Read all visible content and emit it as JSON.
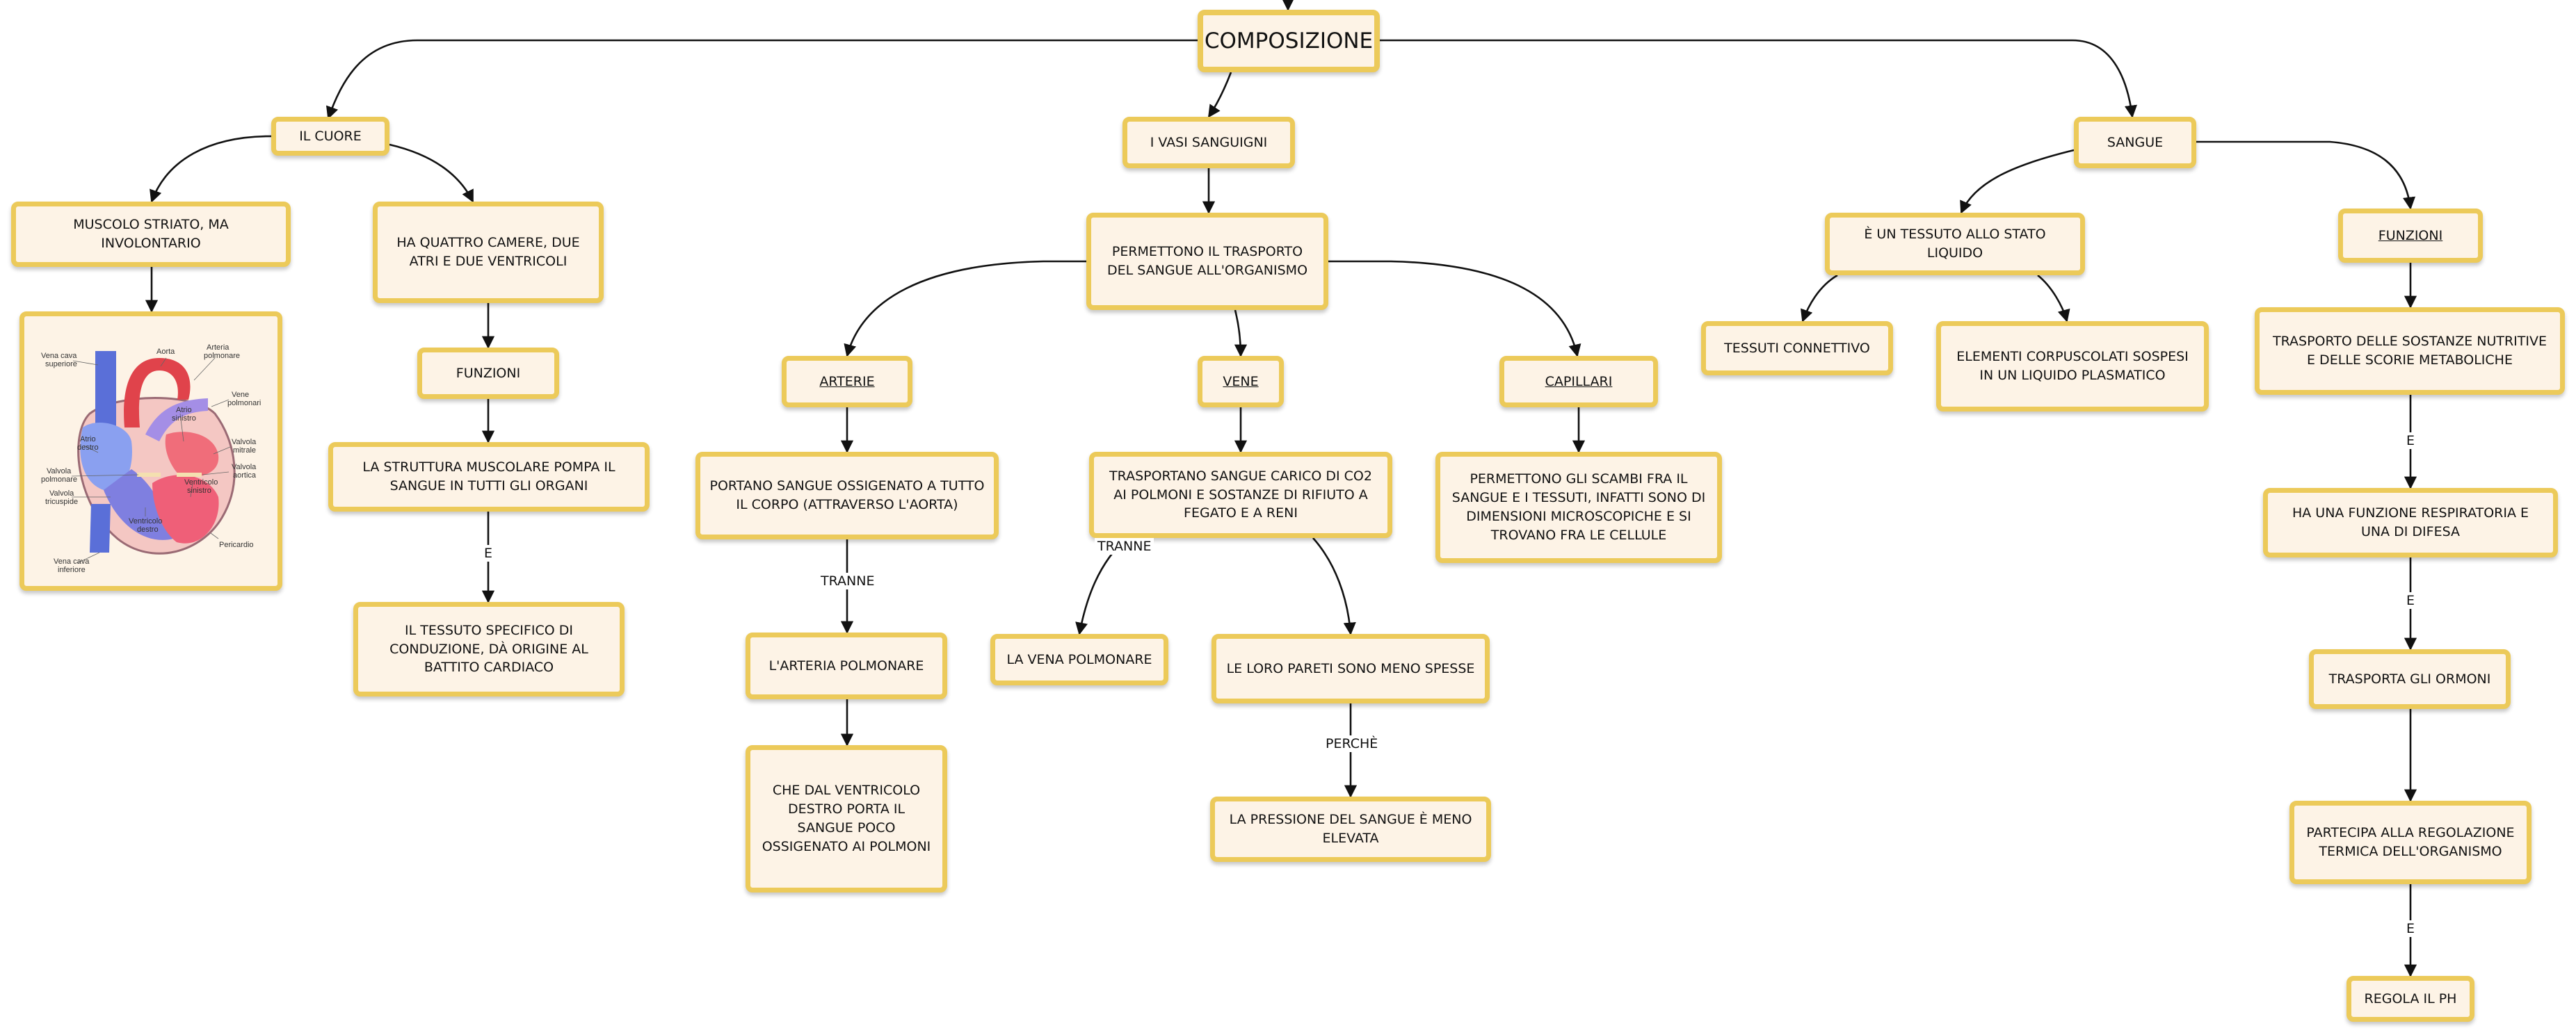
{
  "nodes": {
    "composizione": "COMPOSIZIONE",
    "il_cuore": "IL CUORE",
    "i_vasi": "I VASI SANGUIGNI",
    "sangue": "SANGUE",
    "muscolo": "MUSCOLO STRIATO, MA INVOLONTARIO",
    "quattro_camere": "HA QUATTRO CAMERE, DUE ATRI E DUE VENTRICOLI",
    "funzioni_cuore": "FUNZIONI",
    "struttura": "LA STRUTTURA MUSCOLARE POMPA IL SANGUE IN TUTTI GLI ORGANI",
    "tessuto_specifico": "IL TESSUTO SPECIFICO DI CONDUZIONE, DÀ ORIGINE AL BATTITO CARDIACO",
    "permettono": "PERMETTONO IL TRASPORTO DEL SANGUE ALL'ORGANISMO",
    "arterie": "ARTERIE",
    "vene": "VENE",
    "capillari": "CAPILLARI",
    "portano": "PORTANO SANGUE OSSIGENATO A TUTTO IL CORPO (ATTRAVERSO L'AORTA)",
    "arteria_polm": "L'ARTERIA POLMONARE",
    "che_dal": "CHE DAL VENTRICOLO DESTRO PORTA IL SANGUE POCO OSSIGENATO AI POLMONI",
    "trasportano": "TRASPORTANO SANGUE CARICO DI CO2 AI POLMONI E SOSTANZE DI RIFIUTO A FEGATO E A RENI",
    "vena_polm": "LA VENA POLMONARE",
    "pareti": "LE LORO PARETI SONO MENO SPESSE",
    "pressione": "LA PRESSIONE DEL SANGUE È MENO ELEVATA",
    "scambi": "PERMETTONO GLI SCAMBI FRA IL SANGUE E I TESSUTI, INFATTI SONO DI DIMENSIONI MICROSCOPICHE E SI TROVANO FRA LE CELLULE",
    "tessuto_liquido": "È UN TESSUTO ALLO STATO LIQUIDO",
    "connettivo": "TESSUTI CONNETTIVO",
    "corpuscolati": "ELEMENTI CORPUSCOLATI SOSPESI IN UN LIQUIDO PLASMATICO",
    "funzioni_sangue": "FUNZIONI",
    "trasporto_sost": "TRASPORTO DELLE SOSTANZE NUTRITIVE E DELLE SCORIE METABOLICHE",
    "respiratoria": "HA UNA FUNZIONE RESPIRATORIA E UNA DI DIFESA",
    "ormoni": "TRASPORTA GLI ORMONI",
    "termica": "PARTECIPA ALLA REGOLAZIONE TERMICA DELL'ORGANISMO",
    "ph": "REGOLA IL PH"
  },
  "links": {
    "e1": "E",
    "tranne1": "TRANNE",
    "tranne2": "TRANNE",
    "perche": "PERCHÈ",
    "e2": "E",
    "e3": "E",
    "e4": "E"
  },
  "heart_labels": {
    "vena_cava_sup": [
      "Vena cava",
      "superiore"
    ],
    "aorta": "Aorta",
    "arteria_polm": [
      "Arteria",
      "polmonare"
    ],
    "vene_polm": [
      "Vene",
      "polmonari"
    ],
    "atrio_sx": [
      "Atrio",
      "sinistro"
    ],
    "atrio_dx": [
      "Atrio",
      "destro"
    ],
    "valv_mitrale": [
      "Valvola",
      "mitrale"
    ],
    "valv_aortica": [
      "Valvola",
      "aortica"
    ],
    "valv_polm": [
      "Valvola",
      "polmonare"
    ],
    "ventr_sx": [
      "Ventricolo",
      "sinistro"
    ],
    "valv_tric": [
      "Valvola",
      "tricuspide"
    ],
    "ventr_dx": [
      "Ventricolo",
      "destro"
    ],
    "pericardio": "Pericardio",
    "vena_cava_inf": [
      "Vena cava",
      "inferiore"
    ]
  },
  "colors": {
    "node_fill": "#fdf3e6",
    "node_border": "#ecca5a",
    "connector": "#111111"
  }
}
